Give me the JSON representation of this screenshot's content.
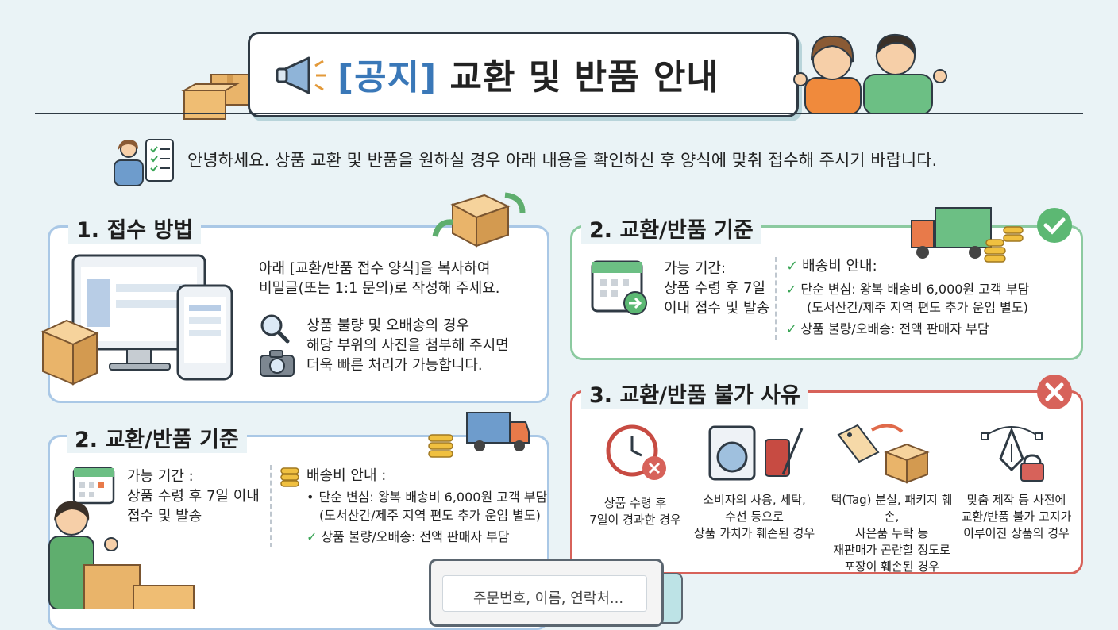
{
  "header": {
    "title_prefix": "[공지]",
    "title_main": "교환 및 반품 안내"
  },
  "intro": "안녕하세요. 상품 교환 및 반품을 원하실 경우 아래 내용을 확인하신 후 양식에 맞춰 접수해 주시기 바랍니다.",
  "section1": {
    "title": "1. 접수 방법",
    "line1": "아래 [교환/반품 접수 양식]을 복사하여",
    "line2": "비밀글(또는 1:1 문의)로 작성해 주세요.",
    "photo1": "상품 불량 및 오배송의 경우",
    "photo2": "해당 부위의 사진을 첨부해 주시면",
    "photo3": "더욱 빠른 처리가 가능합니다."
  },
  "section2_right": {
    "title": "2. 교환/반품 기준",
    "period_label": "가능 기간:",
    "period_line1": "상품 수령 후 7일",
    "period_line2": "이내 접수 및 발송",
    "ship_title": "배송비 안내:",
    "ship1": "단순 변심: 왕복 배송비 6,000원 고객 부담",
    "ship1b": "(도서산간/제주 지역 편도 추가 운임 별도)",
    "ship2": "상품 불량/오배송: 전액 판매자 부담"
  },
  "section2_left": {
    "title": "2. 교환/반품 기준",
    "period_label": "가능 기간 :",
    "period_line1": "상품 수령 후 7일 이내",
    "period_line2": "접수 및 발송",
    "ship_title": "배송비 안내 :",
    "ship1": "단순 변심: 왕복 배송비 6,000원 고객 부담",
    "ship1b": "(도서산간/제주 지역 편도 추가 운임 별도)",
    "ship2": "상품 불량/오배송: 전액 판매자 부담"
  },
  "section3": {
    "title": "3. 교환/반품 불가 사유",
    "reasons": [
      {
        "l1": "상품 수령 후",
        "l2": "7일이 경과한 경우",
        "l3": ""
      },
      {
        "l1": "소비자의 사용, 세탁,",
        "l2": "수선 등으로",
        "l3": "상품 가치가 훼손된 경우"
      },
      {
        "l1": "택(Tag) 분실, 패키지 훼손,",
        "l2": "사은품 누락 등",
        "l3": "재판매가 곤란할 정도로",
        "l4": "포장이 훼손된 경우"
      },
      {
        "l1": "맞춤 제작 등 사전에",
        "l2": "교환/반품 불가 고지가",
        "l3": "이루어진 상품의 경우"
      }
    ]
  },
  "form": {
    "placeholder": "주문번호, 이름, 연락처..."
  },
  "colors": {
    "accent_blue": "#3a78b8",
    "green": "#3aa556",
    "red": "#d7625a",
    "orange": "#e9a65a"
  }
}
